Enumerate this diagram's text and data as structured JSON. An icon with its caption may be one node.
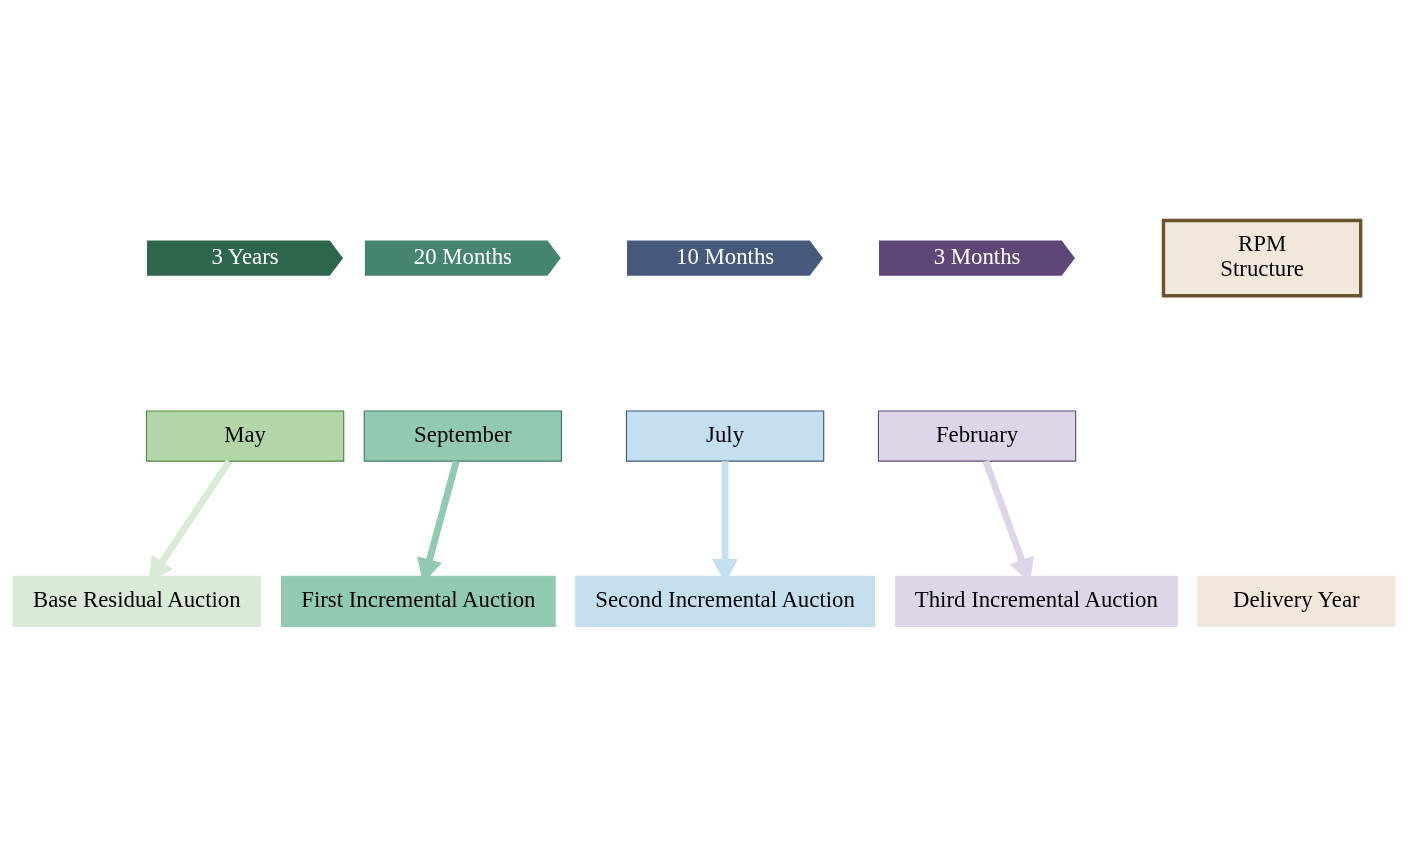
{
  "diagram": {
    "nodes": [
      {
        "text": [
          "3 Years"
        ]
      },
      {
        "text": [
          "May"
        ]
      },
      {
        "text": [
          "20 Months"
        ]
      },
      {
        "text": [
          "September"
        ]
      },
      {
        "text": [
          "10 Months"
        ]
      },
      {
        "text": [
          "July"
        ]
      },
      {
        "text": [
          "3 Months"
        ]
      },
      {
        "text": [
          "February"
        ]
      },
      {
        "text": [
          "RPM",
          "Structure"
        ]
      },
      {
        "text": [
          "Base Residual Auction"
        ]
      },
      {
        "text": [
          "First Incremental Auction"
        ]
      },
      {
        "text": [
          "Second Incremental Auction"
        ]
      },
      {
        "text": [
          "Third Incremental Auction"
        ]
      },
      {
        "text": [
          "Delivery Year"
        ]
      }
    ],
    "edges": [
      {
        "from": 1,
        "to": 9,
        "arrow": "to",
        "color": "#d9ead6"
      },
      {
        "from": 3,
        "to": 10,
        "arrow": "to",
        "color": "#92c9b1"
      },
      {
        "from": 5,
        "to": 11,
        "arrow": "to",
        "color": "#c4e0f0"
      },
      {
        "from": 7,
        "to": 12,
        "arrow": "to",
        "color": "#ded6e8"
      }
    ]
  }
}
